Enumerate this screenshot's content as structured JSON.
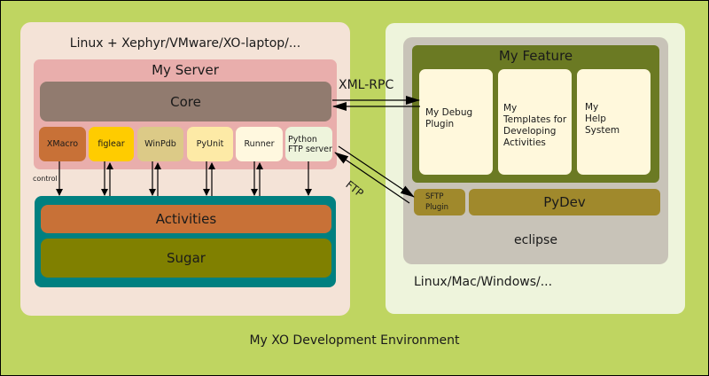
{
  "diagram": {
    "title": "My XO Development Environment",
    "left_host": {
      "title": "Linux + Xephyr/VMware/XO-laptop/...",
      "server": {
        "title": "My Server",
        "core": "Core",
        "tools": [
          {
            "label": "XMacro",
            "color": "#c87137"
          },
          {
            "label": "figlear",
            "color": "#ffcc00"
          },
          {
            "label": "WinPdb",
            "color": "#dcca87"
          },
          {
            "label": "PyUnit",
            "color": "#fdeaa6"
          },
          {
            "label": "Runner",
            "color": "#fff8df"
          },
          {
            "label": "Python FTP server",
            "line1": "Python",
            "line2": "FTP server",
            "color": "#eef4dc"
          }
        ]
      },
      "control_label": "control",
      "stack": {
        "activities": "Activities",
        "sugar": "Sugar"
      }
    },
    "right_host": {
      "title": "Linux/Mac/Windows/...",
      "eclipse": {
        "label": "eclipse",
        "feature": {
          "title": "My Feature",
          "boxes": [
            {
              "line1": "My Debug",
              "line2": "Plugin"
            },
            {
              "line1": "My",
              "line2": "Templates for",
              "line3": "Developing",
              "line4": "Activities"
            },
            {
              "line1": "My",
              "line2": "Help",
              "line3": "System"
            }
          ]
        },
        "sftp": {
          "line1": "SFTP",
          "line2": "Plugin"
        },
        "pydev": "PyDev"
      }
    },
    "connections": {
      "xmlrpc": "XML-RPC",
      "ftp": "FTP"
    },
    "colors": {
      "background": "#bfd561",
      "left_host": "#f4e3d7",
      "server": "#e9aeac",
      "core": "#917b6f",
      "sugar_frame": "#008080",
      "activities": "#c87137",
      "sugar": "#808000",
      "right_host": "#eef4dc",
      "eclipse": "#c8c3b8",
      "feature": "#6b7a23",
      "feature_box": "#fff8dc",
      "plugin": "#a0892c"
    }
  }
}
